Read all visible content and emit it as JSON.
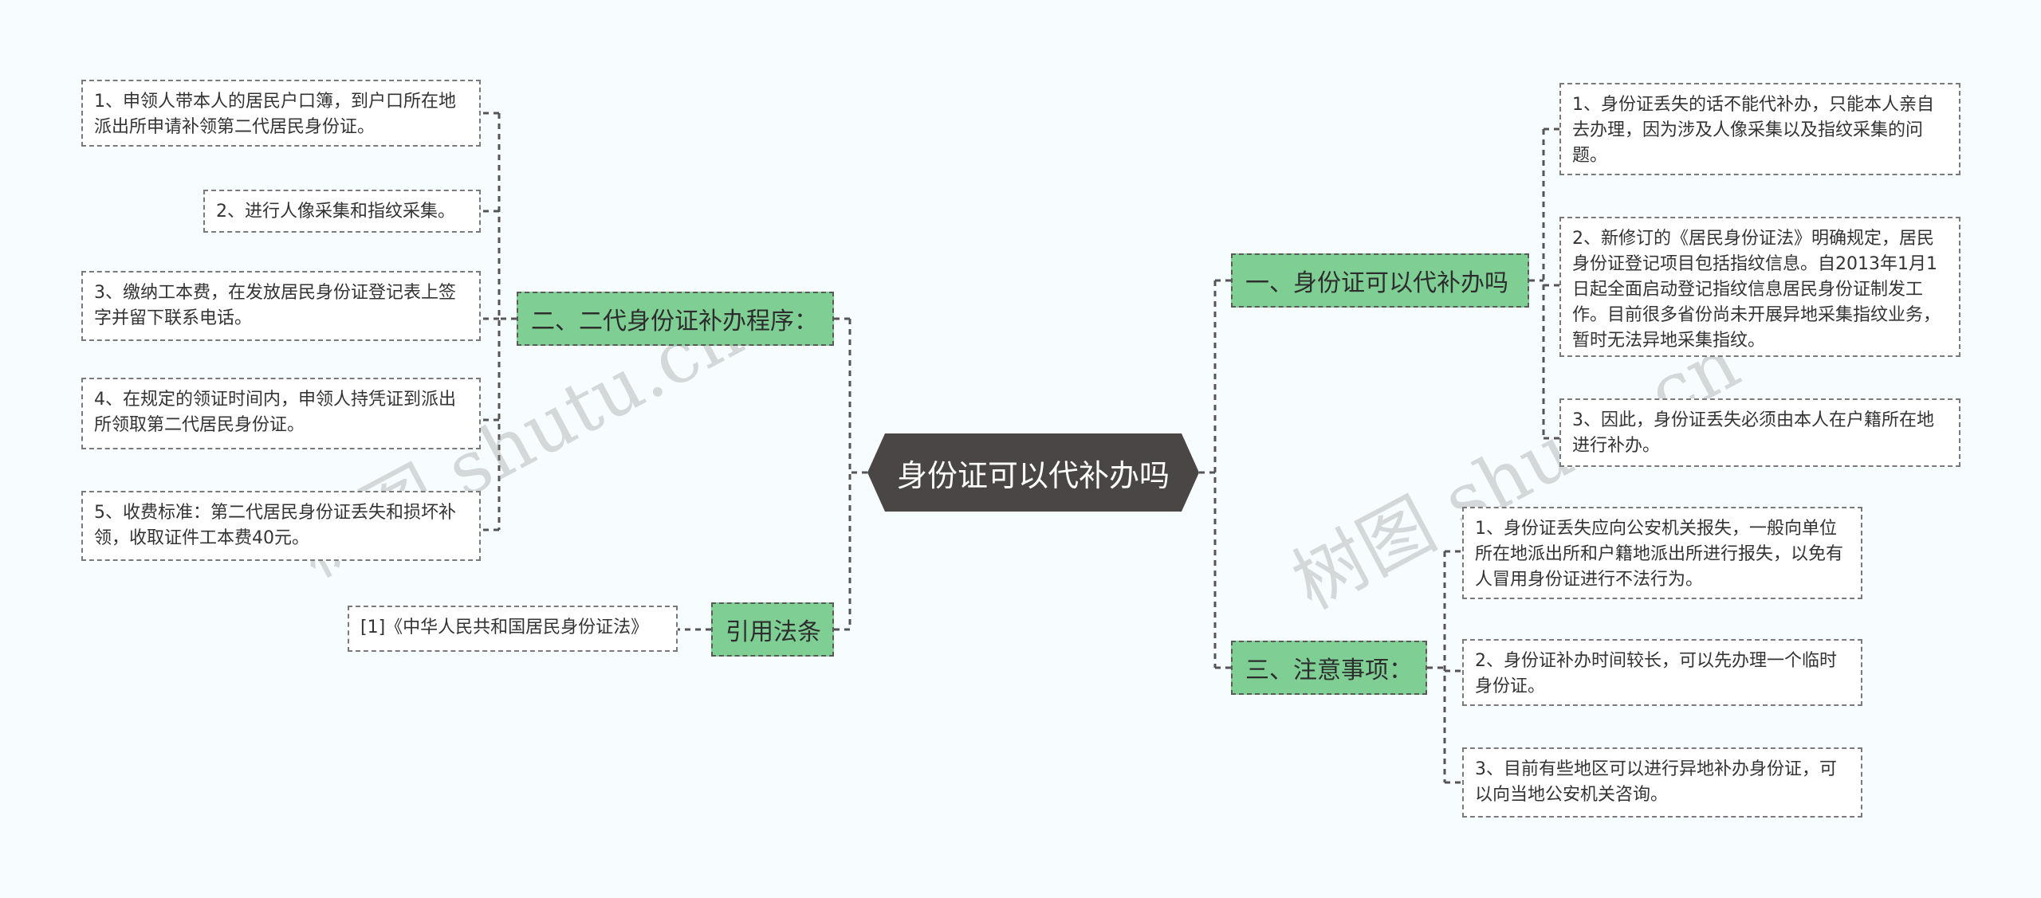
{
  "root": {
    "label": "身份证可以代补办吗"
  },
  "branches": {
    "procedure": {
      "label": "二、二代身份证补办程序：",
      "items": [
        "1、申领人带本人的居民户口簿，到户口所在地派出所申请补领第二代居民身份证。",
        "2、进行人像采集和指纹采集。",
        "3、缴纳工本费，在发放居民身份证登记表上签字并留下联系电话。",
        "4、在规定的领证时间内，申领人持凭证到派出所领取第二代居民身份证。",
        "5、收费标准：第二代居民身份证丢失和损坏补领，收取证件工本费40元。"
      ]
    },
    "law": {
      "label": "引用法条",
      "items": [
        "[1]《中华人民共和国居民身份证法》"
      ]
    },
    "proxy": {
      "label": "一、身份证可以代补办吗",
      "items": [
        "1、身份证丢失的话不能代补办，只能本人亲自去办理，因为涉及人像采集以及指纹采集的问题。",
        "2、新修订的《居民身份证法》明确规定，居民身份证登记项目包括指纹信息。自2013年1月1日起全面启动登记指纹信息居民身份证制发工作。目前很多省份尚未开展异地采集指纹业务，暂时无法异地采集指纹。",
        "3、因此，身份证丢失必须由本人在户籍所在地进行补办。"
      ]
    },
    "notes": {
      "label": "三、注意事项：",
      "items": [
        "1、身份证丢失应向公安机关报失，一般向单位所在地派出所和户籍地派出所进行报失，以免有人冒用身份证进行不法行为。",
        "2、身份证补办时间较长，可以先办理一个临时身份证。",
        "3、目前有些地区可以进行异地补办身份证，可以向当地公安机关咨询。"
      ]
    }
  },
  "watermark": "树图 shutu.cn",
  "colors": {
    "background": "#f7fcfe",
    "root_fill": "#4a4645",
    "branch_fill": "#7fcf95",
    "leaf_fill": "#ffffff",
    "connector": "#555555"
  }
}
